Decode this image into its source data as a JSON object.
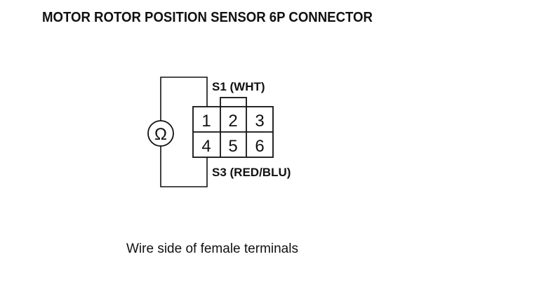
{
  "title": "MOTOR ROTOR POSITION SENSOR 6P CONNECTOR",
  "connector": {
    "terminals_row1": [
      "1",
      "2",
      "3"
    ],
    "terminals_row2": [
      "4",
      "5",
      "6"
    ]
  },
  "wires": {
    "top_label": "S1 (WHT)",
    "bottom_label": "S3 (RED/BLU)"
  },
  "meter": {
    "symbol": "Ω",
    "icon": "ohmmeter-icon"
  },
  "caption": "Wire side of female terminals"
}
